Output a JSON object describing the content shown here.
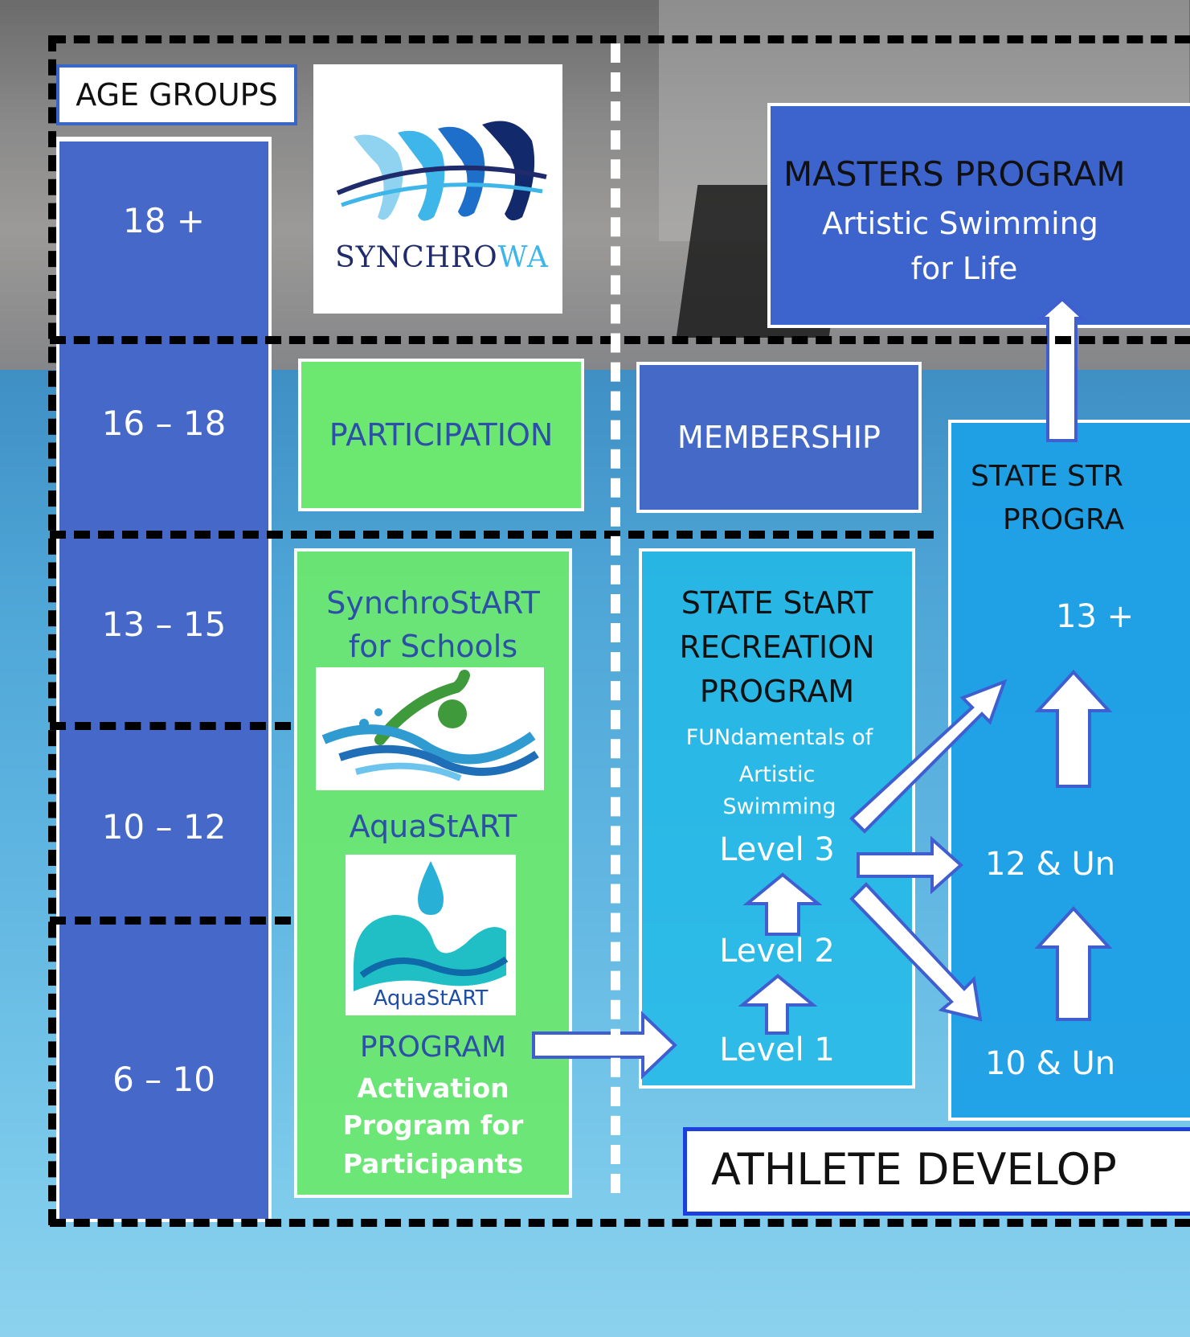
{
  "age_groups": {
    "title": "AGE GROUPS",
    "labels": [
      "18 +",
      "16 – 18",
      "13 – 15",
      "10 – 12",
      "6 – 10"
    ]
  },
  "logo": {
    "text_main": "SYNCHRO",
    "text_accent": "WA"
  },
  "masters": {
    "title": "MASTERS PROGRAM",
    "subtitle_line1": "Artistic Swimming",
    "subtitle_line2": "for Life"
  },
  "membership": {
    "label": "MEMBERSHIP"
  },
  "participation": {
    "label": "PARTICIPATION"
  },
  "green_column": {
    "schools_line1": "SynchroStART",
    "schools_line2": "for Schools",
    "aquastart": "AquaStART",
    "aquastart_logo_text": "AquaStART",
    "program": "PROGRAM",
    "activation_line1": "Activation",
    "activation_line2": "Program for",
    "activation_line3": "Participants"
  },
  "recreation": {
    "title_line1": "STATE StART",
    "title_line2": "RECREATION",
    "title_line3": "PROGRAM",
    "fund_line1": "FUNdamentals of",
    "fund_line2": "Artistic",
    "fund_line3": "Swimming",
    "level3": "Level 3",
    "level2": "Level 2",
    "level1": "Level 1"
  },
  "stream": {
    "title_line1": "STATE STR",
    "title_line2": "PROGRA",
    "age_13": "13 +",
    "age_12": "12 & Un",
    "age_10": "10 & Un"
  },
  "athlete": {
    "label": "ATHLETE DEVELOP"
  },
  "colors": {
    "age_blue": "#4668c8",
    "masters_blue": "#3d63cc",
    "participation_green": "#6ce870",
    "recreation_cyan": "#20bae8",
    "stream_cyan": "#1ca0e6",
    "athlete_border": "#1c3fe0"
  }
}
